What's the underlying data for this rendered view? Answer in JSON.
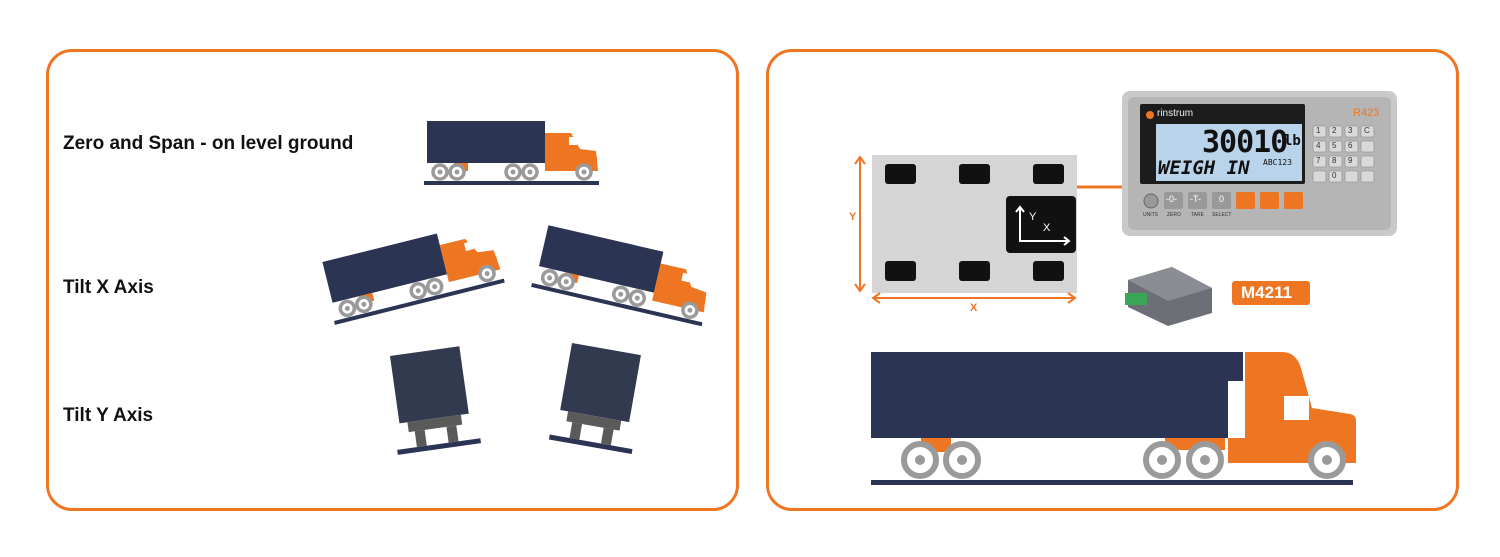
{
  "left_panel": {
    "labels": {
      "zero_span": "Zero and Span - on level ground",
      "tilt_x": "Tilt X Axis",
      "tilt_y": "Tilt Y Axis"
    }
  },
  "right_panel": {
    "axis_labels": {
      "x": "X",
      "y": "Y"
    },
    "sensor_axis": {
      "x": "X",
      "y": "Y"
    },
    "indicator": {
      "brand": "rinstrum",
      "model": "R423",
      "reading": "30010",
      "unit": "lb",
      "status_text": "WEIGH IN",
      "sub_text": "ABC123",
      "button_labels": [
        "UNITS",
        "ZERO",
        "TARE",
        "SELECT"
      ],
      "button_glyphs": [
        "-0-",
        "-T-",
        "0"
      ],
      "keypad_keys": [
        "1",
        "2",
        "3",
        "C",
        "4",
        "5",
        "6",
        "",
        "7",
        "8",
        "9",
        "",
        "",
        "0",
        "",
        ""
      ]
    },
    "module_label": "M4211"
  },
  "colors": {
    "accent": "#ee7623",
    "trailer": "#2b3452",
    "ground": "#2b3452",
    "wheel": "#9a9a9a",
    "platform": "#d5d5d5",
    "display": "#b9d3ea"
  }
}
